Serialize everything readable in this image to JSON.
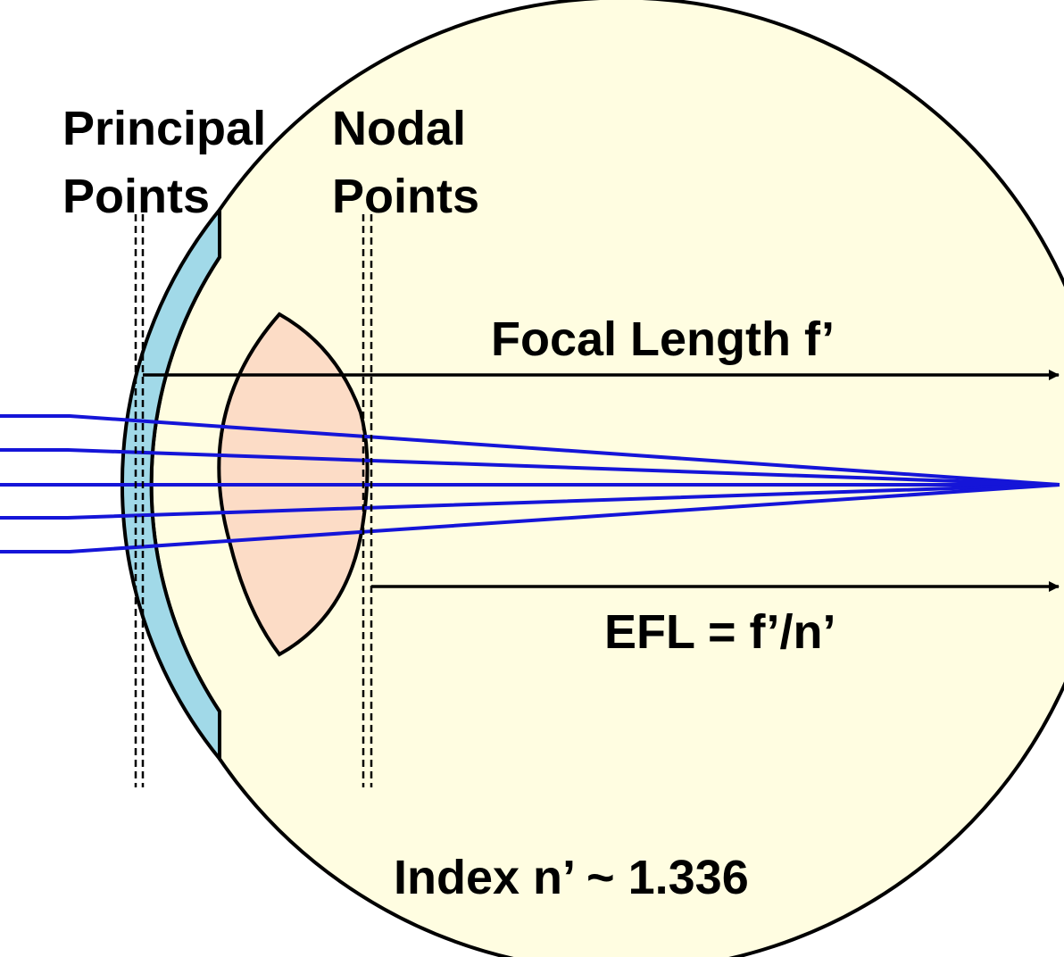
{
  "labels": {
    "principal_line1": "Principal",
    "principal_line2": "Points",
    "nodal_line1": "Nodal",
    "nodal_line2": "Points",
    "focal_length": "Focal Length  f’",
    "efl": "EFL  =  f’/n’",
    "index": "Index n’  ~  1.336"
  },
  "colors": {
    "eyeball_fill": "#fffde1",
    "cornea_fill": "#a1d9e8",
    "lens_fill": "#fcdcc6",
    "ray": "#1515d8",
    "outline": "#000000"
  }
}
